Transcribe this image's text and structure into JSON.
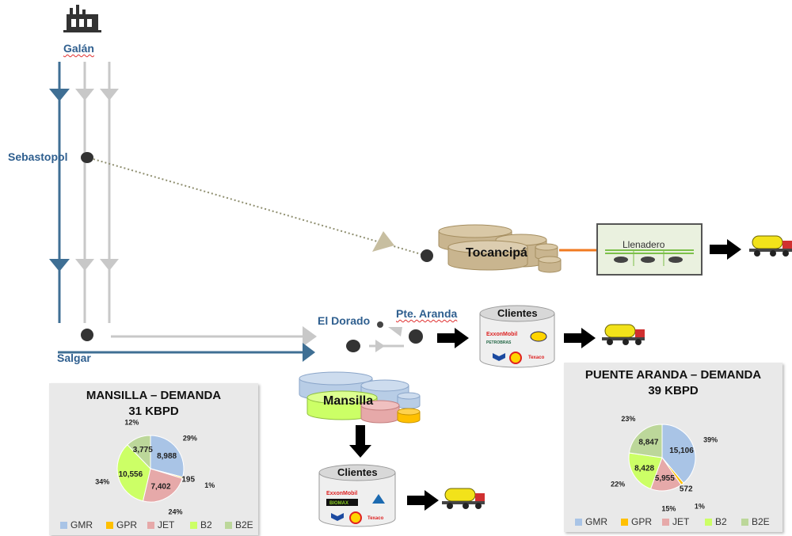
{
  "nodes": {
    "galan": "Galán",
    "sebastopol": "Sebastopol",
    "salgar": "Salgar",
    "el_dorado": "El Dorado",
    "pte_aranda": "Pte. Aranda",
    "tocancipa": "Tocancipá",
    "llenadero": "Llenadero",
    "mansilla": "Mansilla",
    "clientes_top": "Clientes",
    "clientes_bottom": "Clientes"
  },
  "logos": [
    "ExxonMobil",
    "PETROBRAS",
    "BIOMAX",
    "Terpel",
    "Texaco",
    "Chevron"
  ],
  "colors": {
    "main_line": "#3f6f94",
    "grey_line": "#c8c8c8",
    "gmr": "#a9c4e6",
    "gpr": "#ffc000",
    "jet": "#e6a9a9",
    "b2": "#ccff66",
    "b2e": "#bcd79a",
    "orange_link": "#f07a20"
  },
  "chart_data": [
    {
      "type": "pie",
      "title": "MANSILLA – DEMANDA",
      "subtitle": "31 KBPD",
      "categories": [
        "GMR",
        "GPR",
        "JET",
        "B2",
        "B2E"
      ],
      "values": [
        8988,
        195,
        7402,
        10556,
        3775
      ],
      "value_labels": [
        "8,988",
        "195",
        "7,402",
        "10,556",
        "3,775"
      ],
      "percent_labels": [
        "29%",
        "1%",
        "24%",
        "34%",
        "12%"
      ],
      "legend": "bottom"
    },
    {
      "type": "pie",
      "title": "PUENTE ARANDA – DEMANDA",
      "subtitle": "39 KBPD",
      "categories": [
        "GMR",
        "GPR",
        "JET",
        "B2",
        "B2E"
      ],
      "values": [
        15106,
        572,
        5955,
        8428,
        8847
      ],
      "value_labels": [
        "15,106",
        "572",
        "5,955",
        "8,428",
        "8,847"
      ],
      "percent_labels": [
        "39%",
        "1%",
        "15%",
        "22%",
        "23%"
      ],
      "legend": "bottom"
    }
  ]
}
